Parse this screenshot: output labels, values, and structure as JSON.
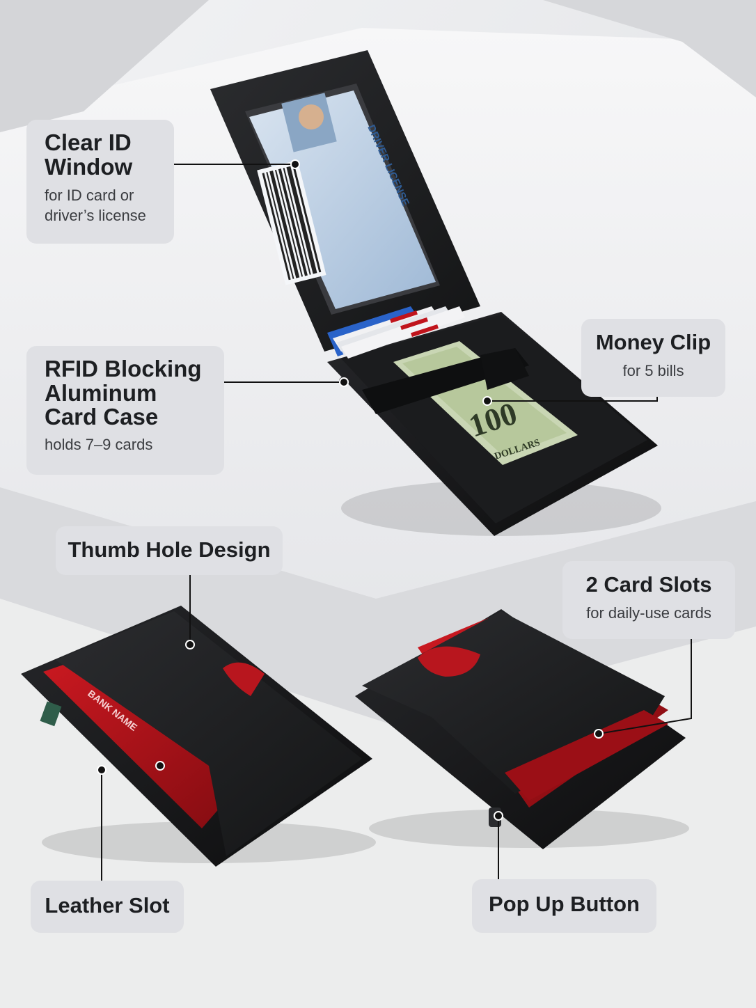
{
  "callouts": {
    "clear_id": {
      "title_line1": "Clear ID",
      "title_line2": "Window",
      "sub_line1": "for ID card or",
      "sub_line2": "driver’s license"
    },
    "rfid": {
      "title_line1": "RFID Blocking",
      "title_line2": "Aluminum",
      "title_line3": "Card Case",
      "sub": "holds 7–9 cards"
    },
    "money_clip": {
      "title": "Money Clip",
      "sub": "for 5 bills"
    },
    "thumb_hole": {
      "title": "Thumb Hole Design"
    },
    "card_slots": {
      "title": "2 Card Slots",
      "sub": "for daily-use cards"
    },
    "leather_slot": {
      "title": "Leather Slot"
    },
    "pop_up": {
      "title": "Pop Up Button"
    }
  },
  "product_printed_text": {
    "license_header": "DRIVER LICENSE",
    "card_bank_name": "BANK NAME",
    "bill_denomination": "100",
    "bill_text": "DOLLARS"
  },
  "colors": {
    "background": "#e9eaec",
    "label_bg": "#dfe0e4",
    "wallet_leather": "#1e1f21",
    "card_red": "#c0141c",
    "card_blue": "#2a63c9",
    "license_blue": "#b7cde6",
    "bill_green": "#c9d6b4"
  }
}
